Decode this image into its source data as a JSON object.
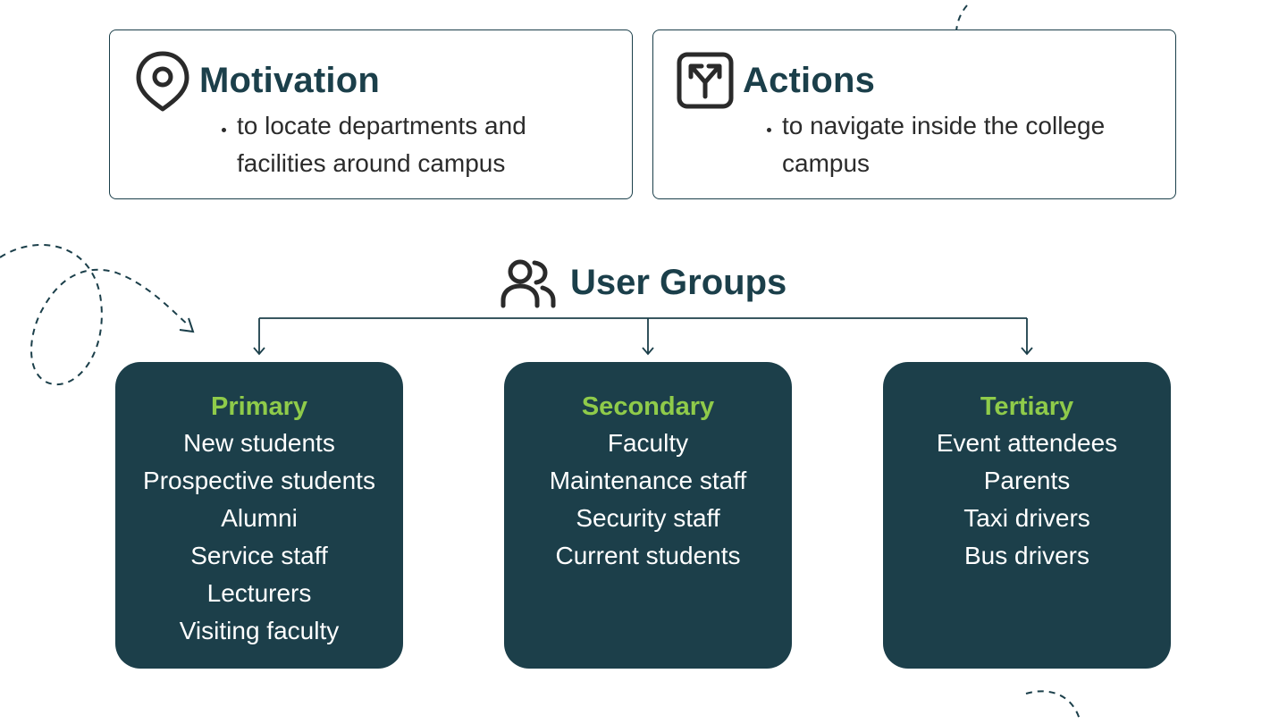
{
  "motivation": {
    "title": "Motivation",
    "icon": "location-pin-icon",
    "items": [
      "to locate departments and facilities around campus"
    ]
  },
  "actions": {
    "title": "Actions",
    "icon": "split-arrows-icon",
    "items": [
      "to navigate inside the college campus"
    ]
  },
  "user_groups": {
    "title": "User Groups",
    "icon": "users-icon",
    "groups": [
      {
        "title": "Primary",
        "items": [
          "New students",
          "Prospective students",
          "Alumni",
          "Service staff",
          "Lecturers",
          "Visiting faculty"
        ]
      },
      {
        "title": "Secondary",
        "items": [
          "Faculty",
          "Maintenance staff",
          "Security staff",
          "Current students"
        ]
      },
      {
        "title": "Tertiary",
        "items": [
          "Event attendees",
          "Parents",
          "Taxi drivers",
          "Bus drivers"
        ]
      }
    ]
  },
  "colors": {
    "primary_dark": "#1c3f4a",
    "accent_green": "#8fcb4a",
    "background": "#ffffff"
  }
}
